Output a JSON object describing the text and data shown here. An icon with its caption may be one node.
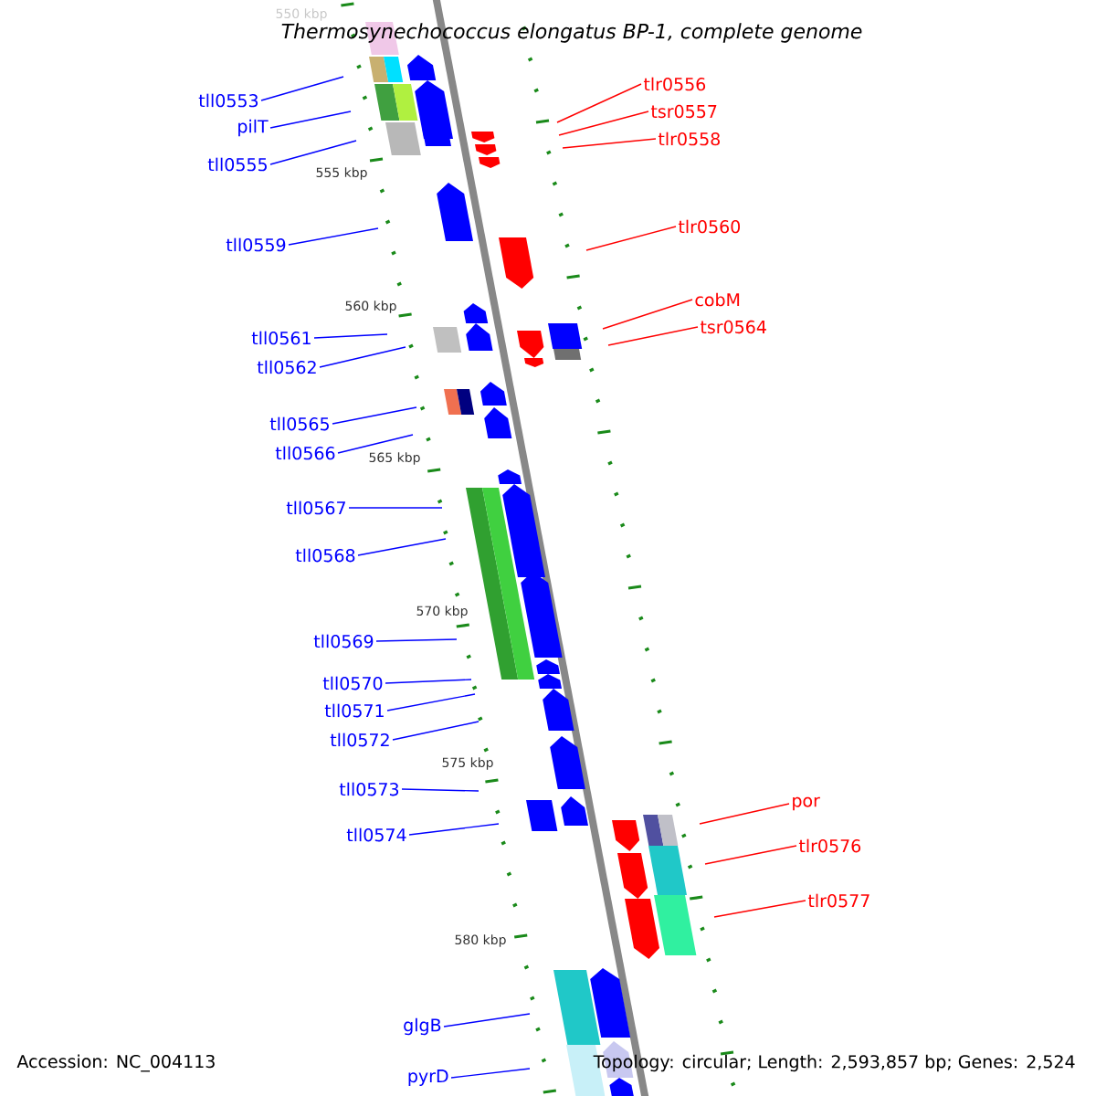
{
  "diagram": {
    "title": "Thermosynechococcus elongatus BP-1, complete genome",
    "nodes": [
      {
        "text": [
          "tll0553"
        ]
      },
      {
        "text": [
          "pilT"
        ]
      },
      {
        "text": [
          "tll0555"
        ]
      },
      {
        "text": [
          "tll0559"
        ]
      },
      {
        "text": [
          "tll0561"
        ]
      },
      {
        "text": [
          "tll0562"
        ]
      },
      {
        "text": [
          "tll0565"
        ]
      },
      {
        "text": [
          "tll0566"
        ]
      },
      {
        "text": [
          "tll0567"
        ]
      },
      {
        "text": [
          "tll0568"
        ]
      },
      {
        "text": [
          "tll0569"
        ]
      },
      {
        "text": [
          "tll0570"
        ]
      },
      {
        "text": [
          "tll0571"
        ]
      },
      {
        "text": [
          "tll0572"
        ]
      },
      {
        "text": [
          "tll0573"
        ]
      },
      {
        "text": [
          "tll0574"
        ]
      },
      {
        "text": [
          "glgB"
        ]
      },
      {
        "text": [
          "pyrD"
        ]
      },
      {
        "text": [
          "tlr0556"
        ]
      },
      {
        "text": [
          "tsr0557"
        ]
      },
      {
        "text": [
          "tlr0558"
        ]
      },
      {
        "text": [
          "tlr0560"
        ]
      },
      {
        "text": [
          "cobM"
        ]
      },
      {
        "text": [
          "tsr0564"
        ]
      },
      {
        "text": [
          "por"
        ]
      },
      {
        "text": [
          "tlr0576"
        ]
      },
      {
        "text": [
          "tlr0577"
        ]
      }
    ],
    "edges": [
      {
        "from": 0,
        "to": null,
        "arrow": "none"
      },
      {
        "from": 1,
        "to": null,
        "arrow": "none"
      },
      {
        "from": 2,
        "to": null,
        "arrow": "none"
      },
      {
        "from": 3,
        "to": null,
        "arrow": "none"
      },
      {
        "from": 4,
        "to": null,
        "arrow": "none"
      },
      {
        "from": 5,
        "to": null,
        "arrow": "none"
      },
      {
        "from": 6,
        "to": null,
        "arrow": "none"
      },
      {
        "from": 7,
        "to": null,
        "arrow": "none"
      },
      {
        "from": 8,
        "to": null,
        "arrow": "none"
      },
      {
        "from": 9,
        "to": null,
        "arrow": "none"
      },
      {
        "from": 10,
        "to": null,
        "arrow": "none"
      },
      {
        "from": 11,
        "to": null,
        "arrow": "none"
      },
      {
        "from": 12,
        "to": null,
        "arrow": "none"
      },
      {
        "from": 13,
        "to": null,
        "arrow": "none"
      },
      {
        "from": 14,
        "to": null,
        "arrow": "none"
      },
      {
        "from": 15,
        "to": null,
        "arrow": "none"
      },
      {
        "from": 16,
        "to": null,
        "arrow": "none"
      },
      {
        "from": 17,
        "to": null,
        "arrow": "none"
      },
      {
        "from": 18,
        "to": null,
        "arrow": "none",
        "color": "#ff0000"
      },
      {
        "from": 19,
        "to": null,
        "arrow": "none",
        "color": "#ff0000"
      },
      {
        "from": 20,
        "to": null,
        "arrow": "none",
        "color": "#ff0000"
      },
      {
        "from": 21,
        "to": null,
        "arrow": "none",
        "color": "#ff0000"
      },
      {
        "from": 22,
        "to": null,
        "arrow": "none",
        "color": "#ff0000"
      },
      {
        "from": 23,
        "to": null,
        "arrow": "none",
        "color": "#ff0000"
      },
      {
        "from": 24,
        "to": null,
        "arrow": "none",
        "color": "#ff0000"
      },
      {
        "from": 25,
        "to": null,
        "arrow": "none",
        "color": "#ff0000"
      },
      {
        "from": 26,
        "to": null,
        "arrow": "none",
        "color": "#ff0000"
      }
    ],
    "labels": [
      "550 kbp",
      "555 kbp",
      "560 kbp",
      "565 kbp",
      "570 kbp",
      "575 kbp",
      "580 kbp",
      "Accession: NC_004113",
      "Topology: circular; Length: 2,593,857 bp; Genes: 2,524"
    ]
  }
}
